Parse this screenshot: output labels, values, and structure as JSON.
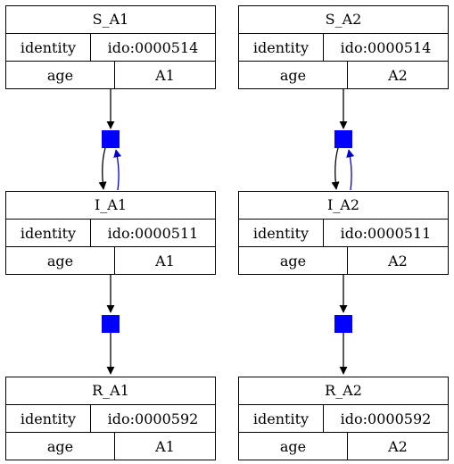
{
  "colors": {
    "junction": "#0000ff",
    "back_edge": "#0000cc",
    "edge": "#000000",
    "border": "#000000"
  },
  "nodes": [
    {
      "title": "S_A1",
      "identity_label": "identity",
      "identity_value": "ido:0000514",
      "age_label": "age",
      "age_value": "A1"
    },
    {
      "title": "S_A2",
      "identity_label": "identity",
      "identity_value": "ido:0000514",
      "age_label": "age",
      "age_value": "A2"
    },
    {
      "title": "I_A1",
      "identity_label": "identity",
      "identity_value": "ido:0000511",
      "age_label": "age",
      "age_value": "A1"
    },
    {
      "title": "I_A2",
      "identity_label": "identity",
      "identity_value": "ido:0000511",
      "age_label": "age",
      "age_value": "A2"
    },
    {
      "title": "R_A1",
      "identity_label": "identity",
      "identity_value": "ido:0000592",
      "age_label": "age",
      "age_value": "A1"
    },
    {
      "title": "R_A2",
      "identity_label": "identity",
      "identity_value": "ido:0000592",
      "age_label": "age",
      "age_value": "A2"
    }
  ],
  "edges": [
    {
      "from": "S_A1",
      "to": "I_A1",
      "controlled_by_target": true
    },
    {
      "from": "S_A2",
      "to": "I_A2",
      "controlled_by_target": true
    },
    {
      "from": "I_A1",
      "to": "R_A1",
      "controlled_by_target": false
    },
    {
      "from": "I_A2",
      "to": "R_A2",
      "controlled_by_target": false
    }
  ]
}
